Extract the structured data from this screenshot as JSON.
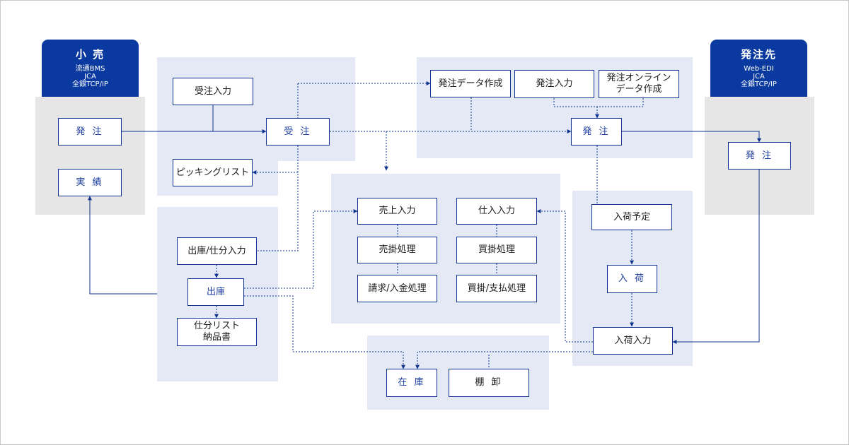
{
  "left_partner": {
    "title": "小 売",
    "sub": "流通BMS\nJCA\n全銀TCP/IP"
  },
  "right_partner": {
    "title": "発注先",
    "sub": "Web-EDI\nJCA\n全銀TCP/IP"
  },
  "boxes": {
    "retail_order": "発 注",
    "retail_results": "実 績",
    "order_entry": "受注入力",
    "order_receive": "受 注",
    "picking_list": "ピッキングリスト",
    "shipping_sort_entry": "出庫/仕分入力",
    "shipping": "出庫",
    "sort_list_delivery_note": "仕分リスト\n納品書",
    "sales_entry": "売上入力",
    "receivable_processing": "売掛処理",
    "billing_payment": "請求/入金処理",
    "purchase_entry": "仕入入力",
    "payable_processing": "買掛処理",
    "payable_payment": "買掛/支払処理",
    "po_data_creation": "発注データ作成",
    "po_entry": "発注入力",
    "po_online_data": "発注オンライン\nデータ作成",
    "po_issue": "発 注",
    "arrival_schedule": "入荷予定",
    "arrival": "入 荷",
    "arrival_entry": "入荷入力",
    "inventory": "在 庫",
    "stocktaking": "棚 卸",
    "supplier_order": "発 注"
  },
  "colors": {
    "header": "#0a3a9f",
    "line": "#10348f",
    "panel_blue": "#e5e9f5",
    "panel_gray": "#e6e6e6",
    "text_accent": "#1c3c9c"
  }
}
